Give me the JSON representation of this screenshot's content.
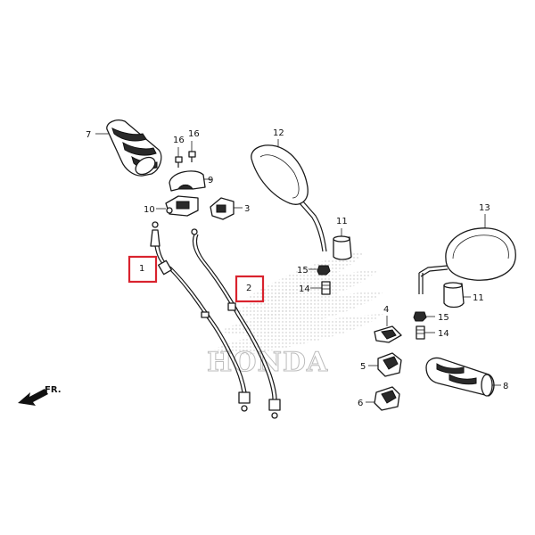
{
  "diagram": {
    "brand": "HONDA",
    "direction_label": "FR.",
    "callouts": {
      "c1": "1",
      "c2": "2",
      "c3": "3",
      "c4": "4",
      "c5": "5",
      "c6": "6",
      "c7": "7",
      "c8": "8",
      "c9": "9",
      "c10": "10",
      "c11a": "11",
      "c11b": "11",
      "c12": "12",
      "c13": "13",
      "c14a": "14",
      "c14b": "14",
      "c15a": "15",
      "c15b": "15",
      "c16a": "16",
      "c16b": "16"
    },
    "highlight_color": "#d9232e"
  }
}
